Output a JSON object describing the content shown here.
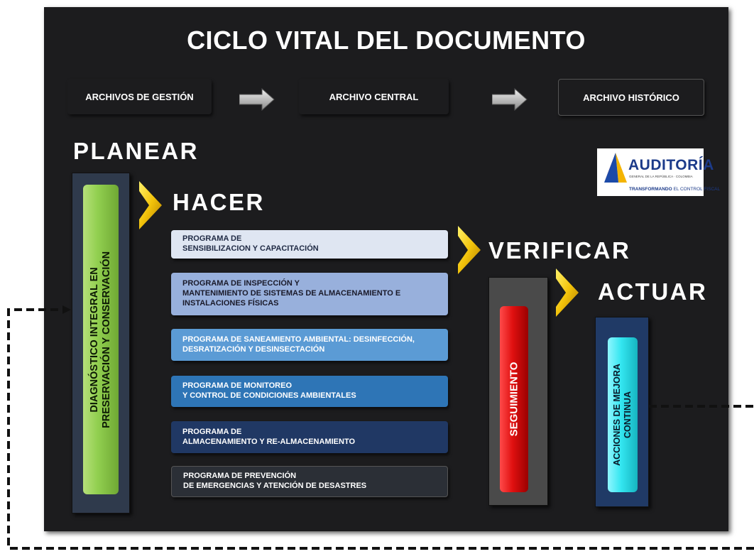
{
  "title": "CICLO VITAL DEL DOCUMENTO",
  "archives": [
    {
      "label": "ARCHIVOS DE GESTIÓN",
      "color": "#1ab6ea"
    },
    {
      "label": "ARCHIVO CENTRAL",
      "color": "#2f5597"
    },
    {
      "label": "ARCHIVO HISTÓRICO",
      "color": "#0a0a0a"
    }
  ],
  "phases": {
    "planear": "PLANEAR",
    "hacer": "HACER",
    "verificar": "VERIFICAR",
    "actuar": "ACTUAR"
  },
  "planear_bar": {
    "line1": "DIAGNÓSTICO INTEGRAL EN",
    "line2": "PRESERVACIÓN Y CONSERVACIÓN",
    "color": "#92d050"
  },
  "programs": [
    {
      "text": "PROGRAMA DE\nSENSIBILIZACION Y CAPACITACIÓN",
      "bg": "#dfe6f2",
      "fg": "#1f2a44"
    },
    {
      "text": "PROGRAMA DE INSPECCIÓN Y\nMANTENIMIENTO DE SISTEMAS DE ALMACENAMIENTO E\nINSTALACIONES FÍSICAS",
      "bg": "#98b0dc",
      "fg": "#1a1a2a"
    },
    {
      "text": "PROGRAMA DE SANEAMIENTO AMBIENTAL: DESINFECCIÓN,\nDESRATIZACIÓN Y DESINSECTACIÓN",
      "bg": "#5b9bd5",
      "fg": "#ffffff"
    },
    {
      "text": "PROGRAMA DE MONITOREO\nY CONTROL DE CONDICIONES AMBIENTALES",
      "bg": "#2e75b6",
      "fg": "#ffffff"
    },
    {
      "text": "PROGRAMA DE\nALMACENAMIENTO Y RE-ALMACENAMIENTO",
      "bg": "#203864",
      "fg": "#ffffff"
    },
    {
      "text": "PROGRAMA DE PREVENCIÓN\nDE EMERGENCIAS Y ATENCIÓN DE DESASTRES",
      "bg": "#2b2f36",
      "fg": "#ffffff"
    }
  ],
  "verificar_bar": {
    "label": "SEGUIMIENTO",
    "color": "#e01010"
  },
  "actuar_bar": {
    "line1": "ACCIONES DE MEJORA",
    "line2": "CONTINUA",
    "color": "#33e6f0"
  },
  "logo": {
    "name": "AUDITORÍA",
    "subtitle": "GENERAL DE LA REPÚBLICA · COLOMBIA",
    "slogan_bold": "TRANSFORMANDO",
    "slogan_rest": " EL CONTROL FISCAL"
  }
}
